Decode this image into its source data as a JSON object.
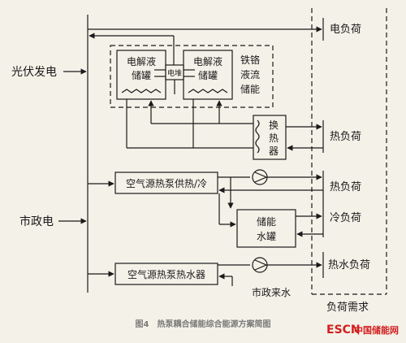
{
  "labels": {
    "pv": "光伏发电",
    "grid": "市政电",
    "elec_load": "电负荷",
    "heat_load_1": "热负荷",
    "heat_load_2": "热负荷",
    "cool_load": "冷负荷",
    "hot_water_load": "热水负荷",
    "load_demand": "负荷需求",
    "tank_l_1": "电解液",
    "tank_l_2": "储罐",
    "tank_r_1": "电解液",
    "tank_r_2": "储罐",
    "stack": "电堆",
    "flow_1": "铁铬",
    "flow_2": "液流",
    "flow_3": "储能",
    "hx_1": "换",
    "hx_2": "热",
    "hx_3": "器",
    "heatpump": "空气源热泵供热/冷",
    "storage_1": "储能",
    "storage_2": "水罐",
    "waterheater": "空气源热泵热水器",
    "city_water": "市政来水"
  },
  "caption": "图4　热泵耦合储能综合能源方案简图",
  "logo": {
    "brand": "ESCN",
    "site": "中国储能网"
  },
  "colors": {
    "background": "#f4f1e8",
    "line": "#1a1a1a",
    "caption": "#7a7a7a",
    "logo": "#d21f1f"
  }
}
